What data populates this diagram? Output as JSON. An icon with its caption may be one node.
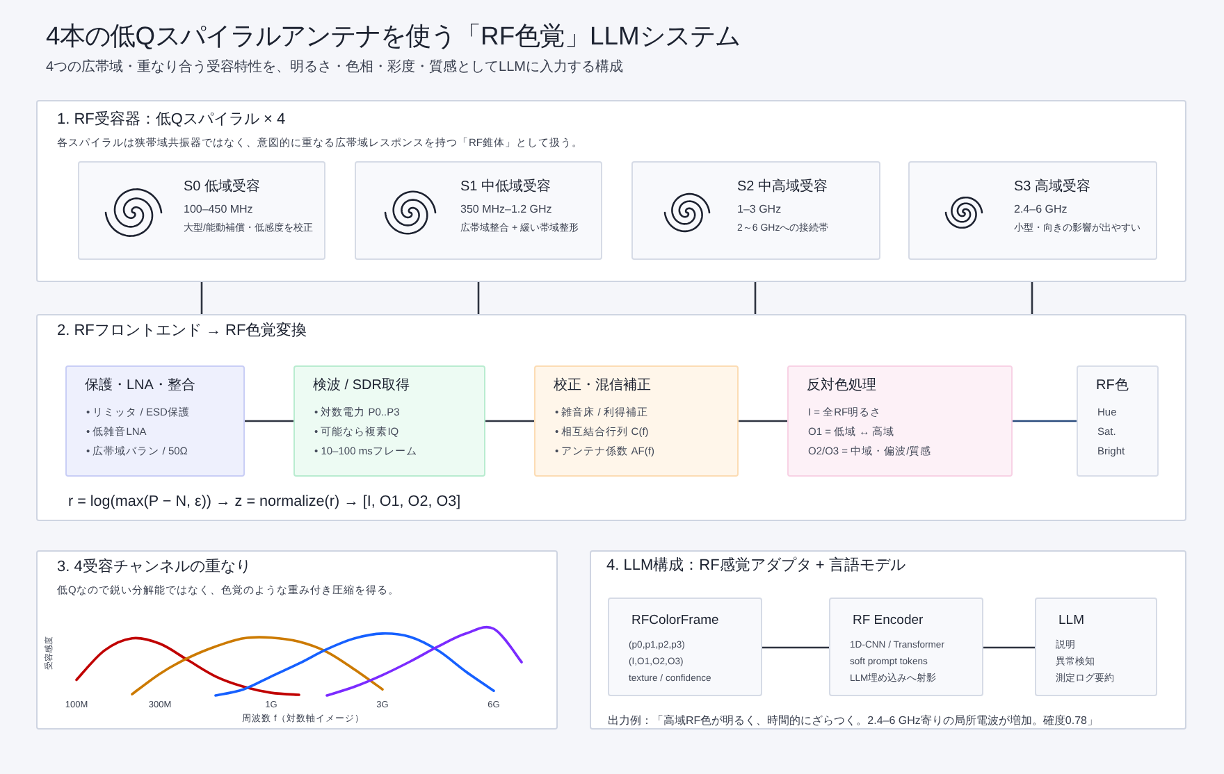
{
  "diagram": {
    "title": "4本の低Qスパイラルアンテナを使う「RF色覚」LLMシステム",
    "nodes": [
      {
        "text": [
          "1. RF受容器：低Qスパイラル × 4",
          "各スパイラルは狭帯域共振器ではなく、意図的に重なる広帯域レスポンスを持つ「RF錐体」として扱う。"
        ]
      },
      {
        "text": [
          "S0 低域受容",
          "100–450 MHz",
          "大型/能動補償・低感度を校正"
        ],
        "in": 0
      },
      {
        "text": [
          "S1 中低域受容",
          "350 MHz–1.2 GHz",
          "広帯域整合 + 緩い帯域整形"
        ],
        "in": 0
      },
      {
        "text": [
          "S2 中高域受容",
          "1–3 GHz",
          "2～6 GHzへの接続帯"
        ],
        "in": 0
      },
      {
        "text": [
          "S3 高域受容",
          "2.4–6 GHz",
          "小型・向きの影響が出やすい"
        ],
        "in": 0
      },
      {
        "text": [
          "2. RFフロントエンド → RF色覚変換",
          "r = log(max(P − N, ε)) → z = normalize(r) → [I, O1, O2, O3]"
        ]
      },
      {
        "text": [
          "保護・LNA・整合",
          "• リミッタ / ESD保護",
          "• 低雑音LNA",
          "• 広帯域バラン / 50Ω"
        ],
        "in": 5
      },
      {
        "text": [
          "検波 / SDR取得",
          "• 対数電力 P0..P3",
          "• 可能なら複素IQ",
          "• 10–100 msフレーム"
        ],
        "in": 5
      },
      {
        "text": [
          "校正・混信補正",
          "• 雑音床 / 利得補正",
          "• 相互結合行列 C(f)",
          "• アンテナ係数 AF(f)"
        ],
        "in": 5
      },
      {
        "text": [
          "反対色処理",
          "I = 全RF明るさ",
          "O1 = 低域 ↔ 高域",
          "O2/O3 = 中域・偏波/質感"
        ],
        "in": 5
      },
      {
        "text": [
          "RF色",
          "Hue",
          "Sat.",
          "Bright"
        ],
        "in": 5
      },
      {
        "text": [
          "3. 4受容チャンネルの重なり",
          "低Qなので鋭い分解能ではなく、色覚のような重み付き圧縮を得る。"
        ]
      },
      {
        "text": [
          "4. LLM構成：RF感覚アダプタ + 言語モデル",
          "出力例：「高域RF色が明るく、時間的にざらつく。2.4–6 GHz寄りの局所電波が増加。確度0.78」"
        ]
      },
      {
        "text": [
          "RFColorFrame",
          "(p0,p1,p2,p3)",
          "(I,O1,O2,O3)",
          "texture / confidence"
        ],
        "in": 12
      },
      {
        "text": [
          "RF Encoder",
          "1D-CNN / Transformer",
          "soft prompt tokens",
          "LLM埋め込みへ射影"
        ],
        "in": 12
      },
      {
        "text": [
          "LLM",
          "説明",
          "異常検知",
          "測定ログ要約"
        ],
        "in": 12
      }
    ],
    "edges": [
      {
        "from": 0,
        "to": 5,
        "arrow": "none"
      },
      {
        "from": 0,
        "to": 5,
        "arrow": "none"
      },
      {
        "from": 0,
        "to": 5,
        "arrow": "none"
      },
      {
        "from": 0,
        "to": 5,
        "arrow": "none"
      },
      {
        "from": 6,
        "to": 7,
        "arrow": "none"
      },
      {
        "from": 7,
        "to": 8,
        "arrow": "none"
      },
      {
        "from": 8,
        "to": 9,
        "arrow": "none"
      },
      {
        "from": 9,
        "to": 10,
        "arrow": "none",
        "color": "#2b4c7e"
      },
      {
        "from": 13,
        "to": 14,
        "arrow": "none"
      },
      {
        "from": 14,
        "to": 15,
        "arrow": "none"
      }
    ],
    "labels": [
      "4つの広帯域・重なり合う受容特性を、明るさ・色相・彩度・質感としてLLMに入力する構成",
      "受容感度",
      "100M",
      "300M",
      "1G",
      "3G",
      "6G",
      "周波数 f（対数軸イメージ）"
    ]
  }
}
